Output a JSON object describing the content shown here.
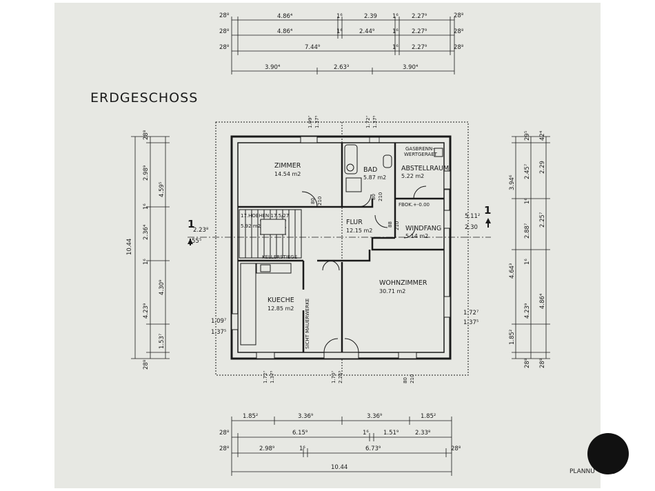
{
  "title": "ERDGESCHOSS",
  "corner_label": "PLANNU",
  "dims_top": [
    [
      "28⁸",
      "4.86⁴",
      "1⁶",
      "2.39",
      "1⁶",
      "2.27⁹",
      "28⁸"
    ],
    [
      "28⁸",
      "4.86⁴",
      "1⁶",
      "2.44⁹",
      "1⁶",
      "2.27⁹",
      "28⁸"
    ],
    [
      "28⁸",
      "7.44⁹",
      "1⁶",
      "2.27⁹",
      "28⁸"
    ],
    [
      "3.90⁴",
      "2.63³",
      "3.90⁴"
    ]
  ],
  "dims_bottom": [
    [
      "1.85²",
      "3.36⁹",
      "3.36⁹",
      "1.85²"
    ],
    [
      "28⁸",
      "6.15⁹",
      "1⁶",
      "1.51⁹",
      "2.33⁸"
    ],
    [
      "28⁸",
      "2.98⁹",
      "1⁶",
      "6.73⁹",
      "28⁸"
    ],
    [
      "10.44"
    ]
  ],
  "dims_left": [
    "28⁸",
    "2.98⁹",
    "1⁶",
    "2.36⁴",
    "1⁶",
    "4.23⁹",
    "28⁸",
    "4.59⁵",
    "4.30⁹",
    "1.53⁷",
    "10.44",
    "2.23⁸",
    "55⁵",
    "1.09⁷",
    "1.37⁵"
  ],
  "dims_right": [
    "29⁵",
    "2.45⁷",
    "1⁶",
    "2.88⁷",
    "1⁶",
    "4.23⁹",
    "28⁸",
    "42⁴",
    "2.29",
    "2.25⁷",
    "4.86⁴",
    "3.94⁶",
    "4.64³",
    "1.85²",
    "28⁸",
    "5.11²",
    "2.30",
    "1.72⁷",
    "1.37⁵"
  ],
  "dims_interior": [
    "1.09⁷",
    "1.37⁵",
    "1.72⁷",
    "1.37⁵",
    "1.70⁷",
    "2.26⁵",
    "1.72⁷",
    "1.37⁵",
    "80",
    "210",
    "80",
    "210",
    "80",
    "210",
    "88",
    "210"
  ],
  "section_marker": "1",
  "rooms": [
    {
      "name": "ZIMMER",
      "area": "14.54 m2"
    },
    {
      "name": "BAD",
      "area": "5.87 m2"
    },
    {
      "name": "ABSTELLRAUM",
      "area": "5.22 m2"
    },
    {
      "name": "FLUR",
      "area": "12.15 m2"
    },
    {
      "name": "WINDFANG",
      "area": "5.14 m2"
    },
    {
      "name": "KUECHE",
      "area": "12.85 m2"
    },
    {
      "name": "WOHNZIMMER",
      "area": "30.71 m2"
    }
  ],
  "annotations": {
    "stairs": "17.HOEHEN 17.5/27",
    "stairs_area": "5.92 m2",
    "kellerstiege": "KELLERSTIEGE",
    "gas_line1": "GASBRENN-",
    "gas_line2": "WERTGERAET",
    "fbok": "FBOK.+-0.00",
    "wand": "SICHT MAUERWERKE"
  },
  "colors": {
    "sheet": "#e7e8e3",
    "ink": "#1a1a1a"
  }
}
